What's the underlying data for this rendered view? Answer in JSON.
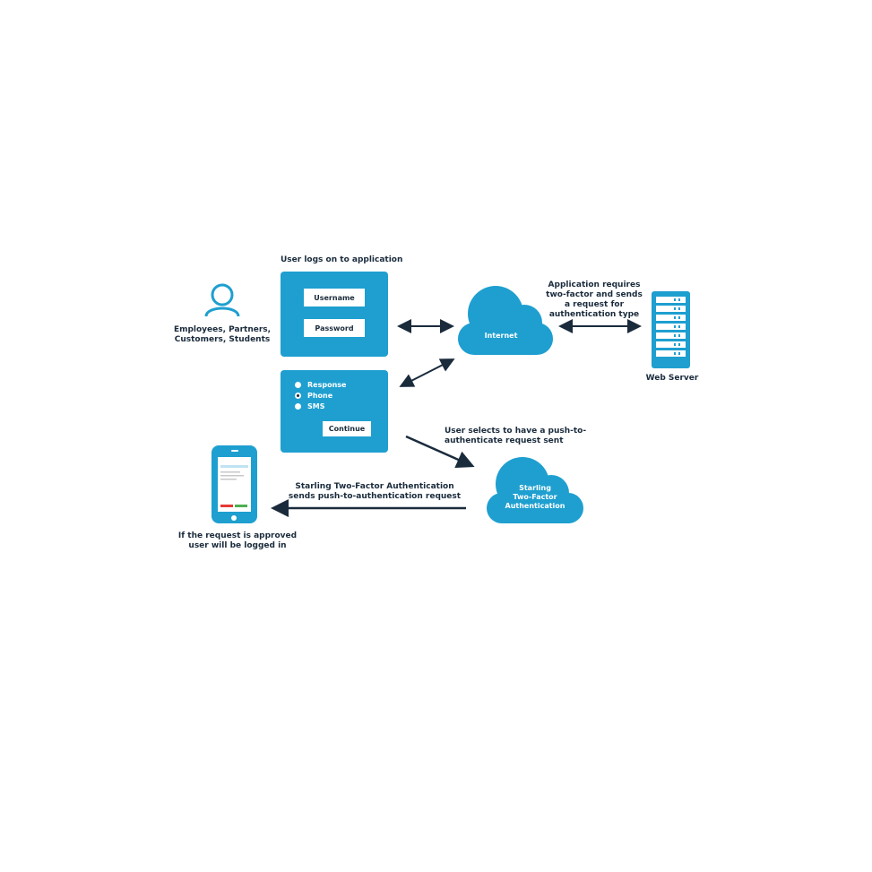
{
  "labels": {
    "logon_title": "User logs on to application",
    "users": [
      "Employees, Partners,",
      "Customers, Students"
    ],
    "app_requires": [
      "Application requires",
      "two-factor and sends",
      "a request for",
      "authentication type"
    ],
    "web_server": "Web Server",
    "user_selects": [
      "User selects to have a push-to-",
      "authenticate request sent"
    ],
    "starling_sends": [
      "Starling Two-Factor Authentication",
      "sends push-to-authentication request"
    ],
    "approved": [
      "If the request is approved",
      "user will be logged in"
    ]
  },
  "login_form": {
    "username": "Username",
    "password": "Password"
  },
  "auth_form": {
    "options": [
      {
        "label": "Response",
        "selected": false
      },
      {
        "label": "Phone",
        "selected": true
      },
      {
        "label": "SMS",
        "selected": false
      }
    ],
    "continue": "Continue"
  },
  "clouds": {
    "internet": "Internet",
    "starling": [
      "Starling",
      "Two-Factor",
      "Authentication"
    ]
  },
  "colors": {
    "accent": "#1e9fd0",
    "text": "#1a2b3c",
    "approve": "#4caf50",
    "deny": "#e53935"
  }
}
